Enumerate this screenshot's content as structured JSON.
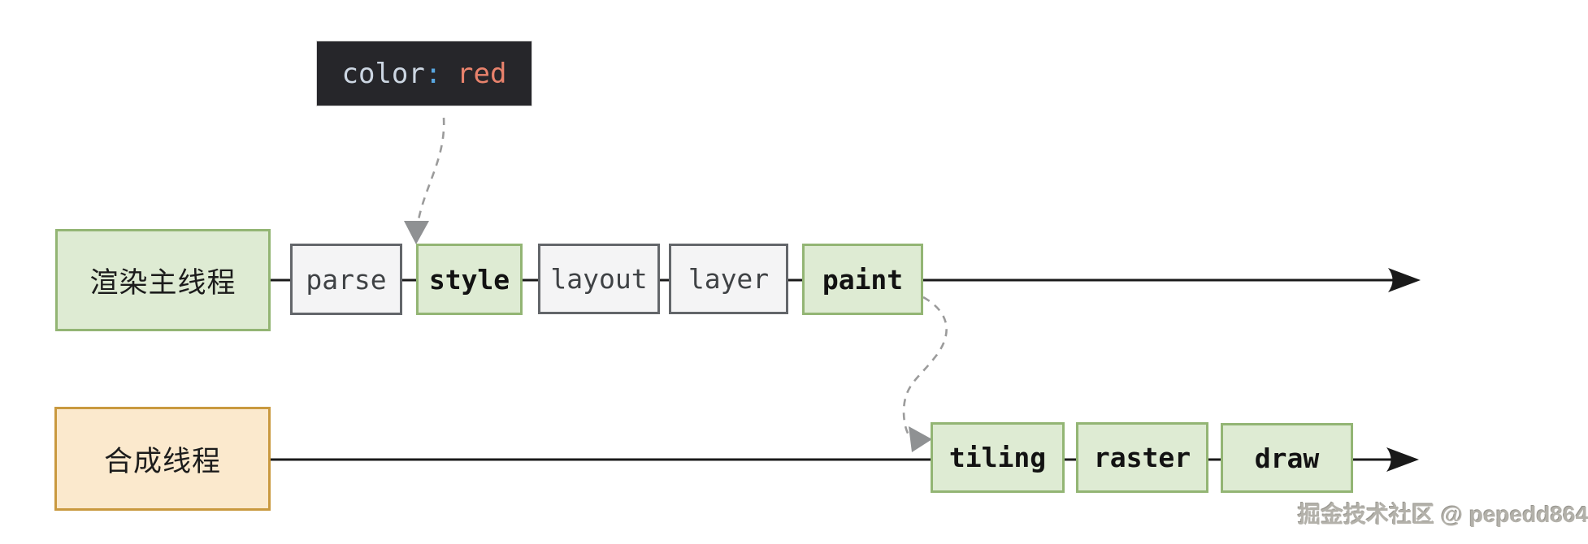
{
  "code_tooltip": {
    "property": "color",
    "separator": ":",
    "value": "red"
  },
  "rows": [
    {
      "label": "渲染主线程",
      "stages": [
        {
          "label": "parse",
          "variant": "default"
        },
        {
          "label": "style",
          "variant": "highlight"
        },
        {
          "label": "layout",
          "variant": "default"
        },
        {
          "label": "layer",
          "variant": "default"
        },
        {
          "label": "paint",
          "variant": "highlight"
        }
      ]
    },
    {
      "label": "合成线程",
      "stages": [
        {
          "label": "tiling",
          "variant": "highlight"
        },
        {
          "label": "raster",
          "variant": "highlight"
        },
        {
          "label": "draw",
          "variant": "highlight"
        }
      ]
    }
  ],
  "watermark": "掘金技术社区 @ pepedd864",
  "colors": {
    "green_fill": "#deebd3",
    "green_border": "#93b574",
    "gray_fill": "#f4f4f5",
    "gray_border": "#63666a",
    "orange_fill": "#fbe9cd",
    "orange_border": "#c9993f",
    "code_bg": "#26262a",
    "code_text": "#ccd6e2",
    "code_colon": "#58a6e0",
    "code_value": "#e8826c",
    "line_black": "#1a1a1a",
    "dash_gray": "#9b9b9b"
  }
}
